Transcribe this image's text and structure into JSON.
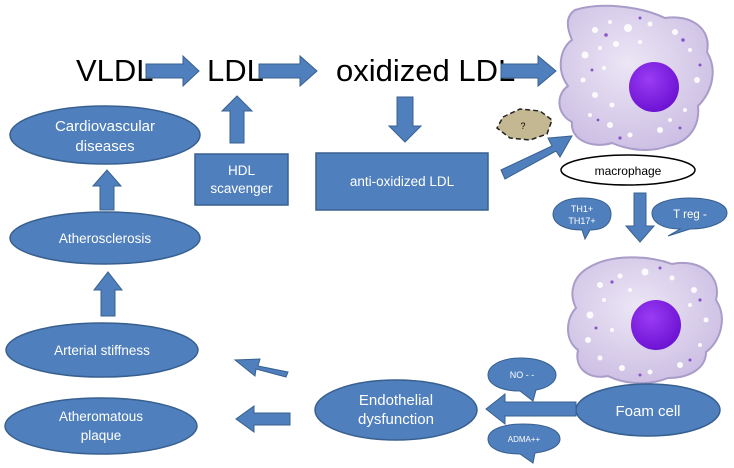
{
  "flow": {
    "vldl": "VLDL",
    "ldl": "LDL",
    "oxidized_ldl": "oxidized LDL"
  },
  "boxes": {
    "hdl_line1": "HDL",
    "hdl_line2": "scavenger",
    "anti_oxidized_ldl": "anti-oxidized LDL"
  },
  "ellipses": {
    "cardiovascular_line1": "Cardiovascular",
    "cardiovascular_line2": "diseases",
    "atherosclerosis": "Atherosclerosis",
    "arterial_stiffness": "Arterial stiffness",
    "atheromatous_line1": "Atheromatous",
    "atheromatous_line2": "plaque",
    "endothelial_line1": "Endothelial",
    "endothelial_line2": "dysfunction",
    "foam_cell": "Foam cell"
  },
  "labels": {
    "macrophage": "macrophage",
    "unknown": "?"
  },
  "callouts": {
    "th1": "TH1+",
    "th17": "TH17+",
    "treg": "T reg -",
    "no": "NO - -",
    "adma": "ADMA++"
  },
  "colors": {
    "node_fill": "#4f7fbd",
    "node_stroke": "#38608f",
    "cell_fill": "#d7cbe8",
    "cell_stroke": "#a99cc9",
    "nucleus": "#7b19e6",
    "unknown_fill": "#c4b893"
  }
}
